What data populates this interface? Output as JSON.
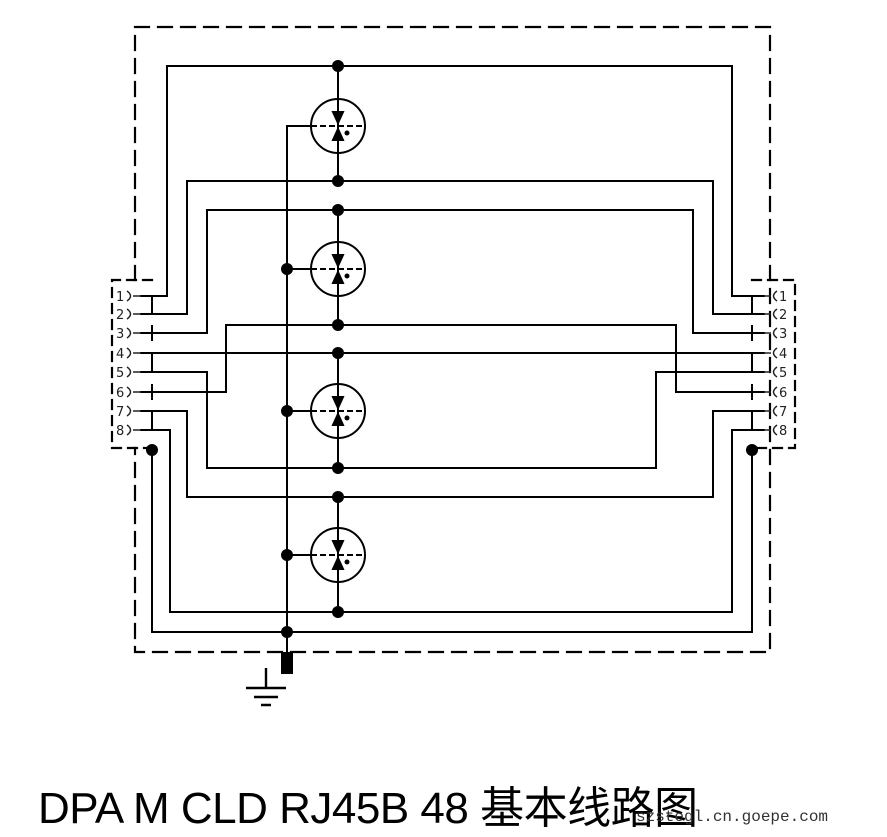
{
  "diagram": {
    "title": "DPA M CLD RJ45B 48 基本线路图",
    "watermark": "szstegl.cn.goepe.com",
    "left_connector": {
      "pins": [
        "1",
        "2",
        "3",
        "4",
        "5",
        "6",
        "7",
        "8"
      ]
    },
    "right_connector": {
      "pins": [
        "1",
        "2",
        "3",
        "4",
        "5",
        "6",
        "7",
        "8"
      ]
    },
    "components": [
      {
        "type": "gas-discharge-tube",
        "id": "gdt-1"
      },
      {
        "type": "gas-discharge-tube",
        "id": "gdt-2"
      },
      {
        "type": "gas-discharge-tube",
        "id": "gdt-3"
      },
      {
        "type": "gas-discharge-tube",
        "id": "gdt-4"
      }
    ],
    "ground": {
      "symbol": "earth-ground"
    },
    "colors": {
      "line": "#000000",
      "background": "#ffffff"
    }
  }
}
